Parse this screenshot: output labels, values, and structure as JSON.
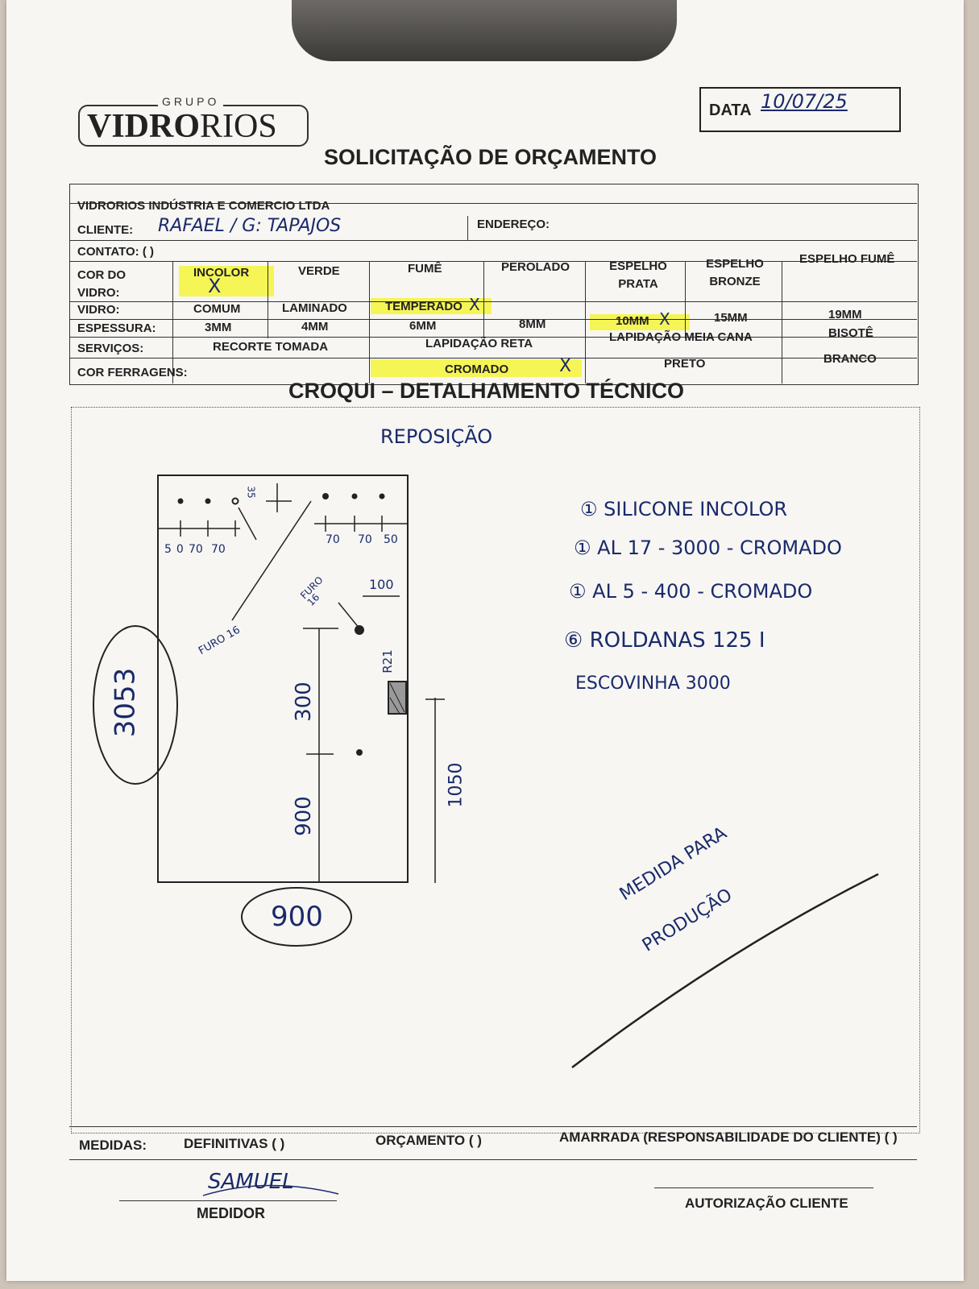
{
  "header": {
    "logo_grupo": "GRUPO",
    "logo_bold": "VIDRO",
    "logo_light": "RIOS",
    "data_label": "DATA",
    "data_value": "10/07/25",
    "title": "SOLICITAÇÃO DE ORÇAMENTO"
  },
  "form": {
    "company": "VIDRORIOS INDÚSTRIA E COMERCIO LTDA",
    "cliente_label": "CLIENTE:",
    "cliente_value": "RAFAEL / G: TAPAJOS",
    "endereco_label": "ENDEREÇO:",
    "contato_label": "CONTATO: (   )",
    "cor_vidro_label": "COR DO VIDRO:",
    "cores": [
      "INCOLOR",
      "VERDE",
      "FUMÊ",
      "PEROLADO",
      "ESPELHO PRATA",
      "ESPELHO BRONZE",
      "ESPELHO FUMÊ"
    ],
    "vidro_label": "VIDRO:",
    "tipos": [
      "COMUM",
      "LAMINADO",
      "TEMPERADO"
    ],
    "espessura_label": "ESPESSURA:",
    "espessuras": [
      "3MM",
      "4MM",
      "6MM",
      "8MM",
      "10MM",
      "15MM",
      "19MM"
    ],
    "servicos_label": "SERVIÇOS:",
    "servicos": [
      "RECORTE TOMADA",
      "LAPIDAÇÃO RETA",
      "LAPIDAÇÃO MEIA CANA",
      "BISOTÊ"
    ],
    "ferragens_label": "COR FERRAGENS:",
    "ferragens": [
      "CROMADO",
      "PRETO",
      "BRANCO"
    ],
    "mark": "X"
  },
  "croqui": {
    "title": "CROQUI – DETALHAMENTO TÉCNICO",
    "heading": "REPOSIÇÃO",
    "dims_top_left": [
      "50",
      "70",
      "70"
    ],
    "dims_top_right": [
      "70",
      "70",
      "50"
    ],
    "dim_35": "35",
    "dim_100": "100",
    "dim_300": "300",
    "dim_900_v": "900",
    "dim_1050": "1050",
    "height": "3053",
    "width": "900",
    "furo16_a": "FURO 16",
    "furo16_b": "FURO 16",
    "r21": "R21",
    "items": [
      "① SILICONE INCOLOR",
      "① AL 17 - 3000 - CROMADO",
      "① AL 5 - 400 - CROMADO",
      "⑥ ROLDANAS 125 I",
      "ESCOVINHA 3000"
    ],
    "note_1": "MEDIDA PARA",
    "note_2": "PRODUÇÃO"
  },
  "footer": {
    "medidas": "MEDIDAS:",
    "definitivas": "DEFINITIVAS (  )",
    "orcamento": "ORÇAMENTO (  )",
    "amarrada": "AMARRADA (RESPONSABILIDADE DO CLIENTE) (  )",
    "medidor_name": "SAMUEL",
    "medidor_label": "MEDIDOR",
    "autorizacao": "AUTORIZAÇÃO CLIENTE"
  }
}
